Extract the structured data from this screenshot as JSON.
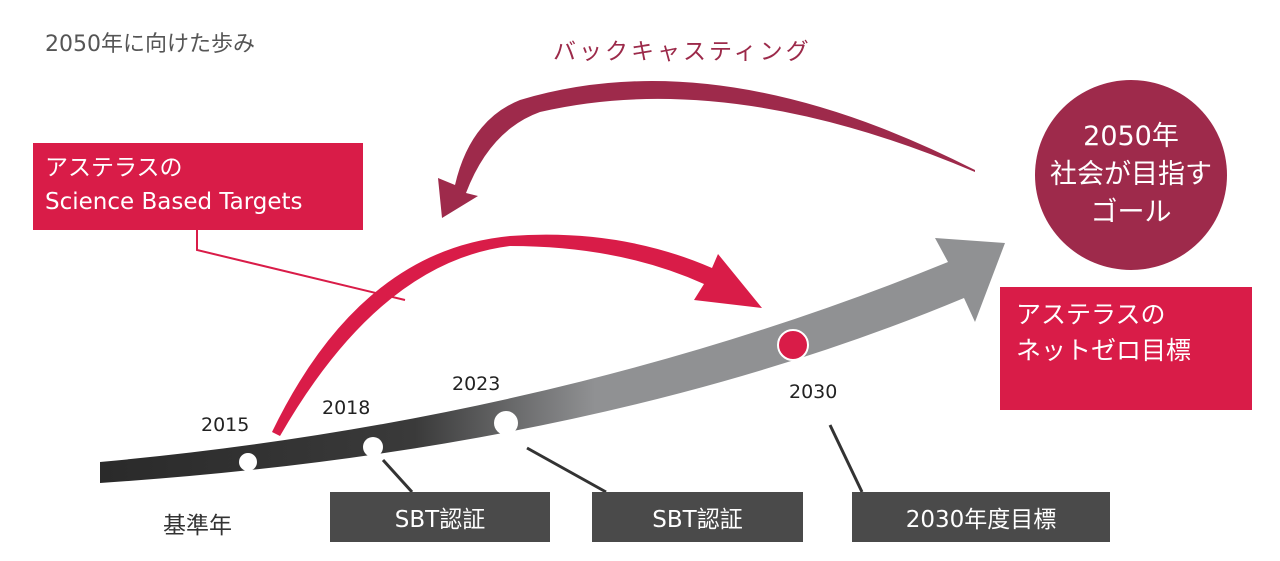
{
  "title": "2050年に向けた歩み",
  "backcasting_label": "バックキャスティング",
  "sbt_box": {
    "line1": "アステラスの",
    "line2": "Science Based Targets"
  },
  "goal_circle": {
    "line1": "2050年",
    "line2": "社会が目指す",
    "line3": "ゴール"
  },
  "netzero_box": {
    "line1": "アステラスの",
    "line2": "ネットゼロ目標"
  },
  "years": [
    "2015",
    "2018",
    "2023",
    "2030"
  ],
  "base_year_label": "基準年",
  "milestones": [
    "SBT認証",
    "SBT認証",
    "2030年度目標"
  ],
  "colors": {
    "red": "#d91c48",
    "maroon": "#9e2a4b",
    "dark_box": "#4a4a4a",
    "gray_arrow": "#8e8f91"
  }
}
